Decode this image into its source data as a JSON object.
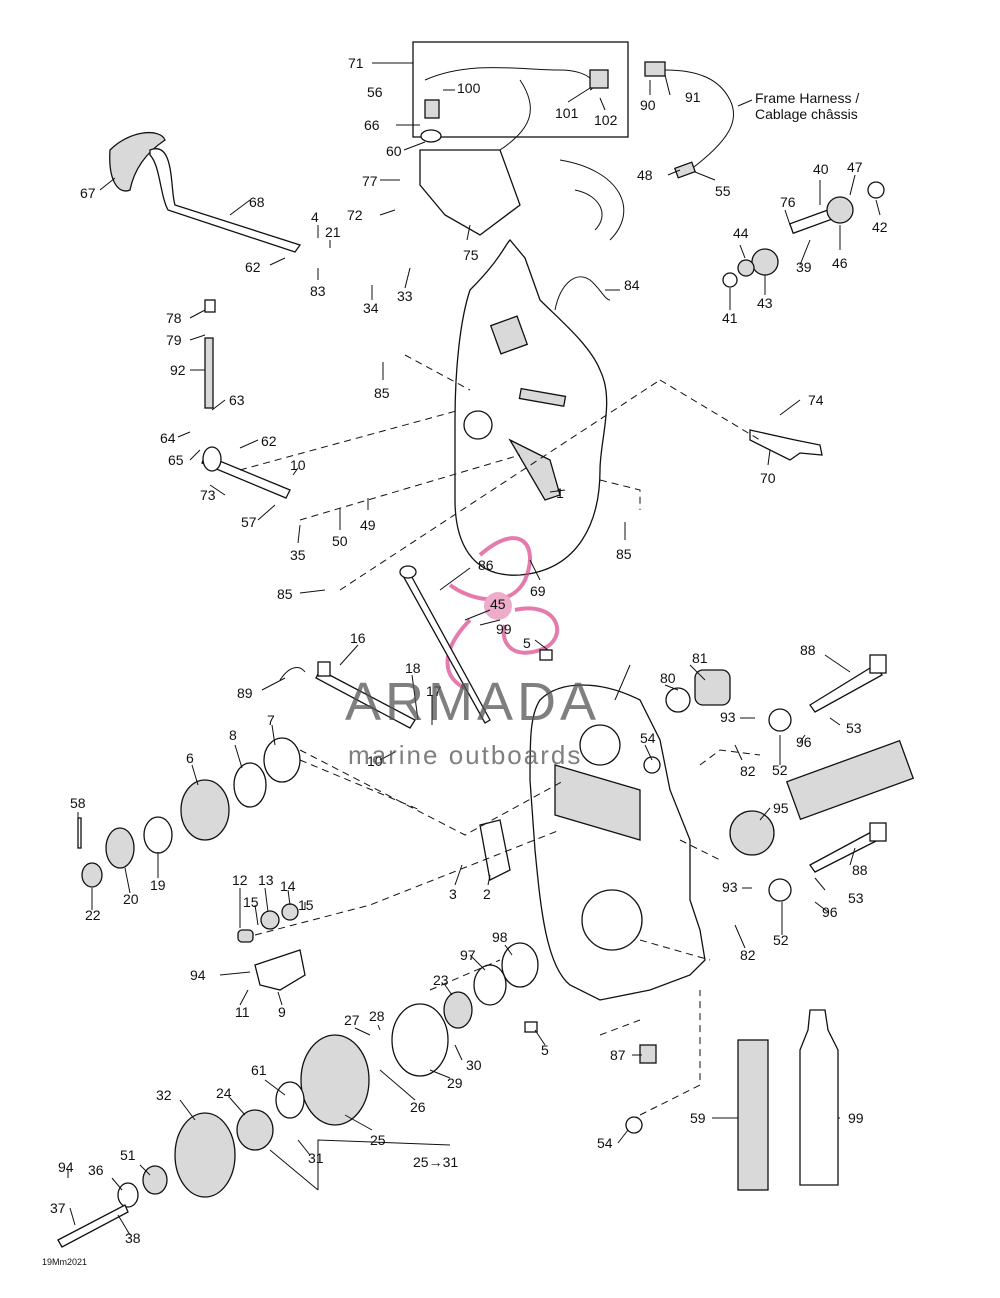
{
  "diagram": {
    "callouts": [
      "71",
      "100",
      "56",
      "66",
      "60",
      "77",
      "72",
      "75",
      "101",
      "102",
      "90",
      "91",
      "48",
      "55",
      "67",
      "68",
      "4",
      "21",
      "62",
      "83",
      "33",
      "34",
      "40",
      "47",
      "76",
      "42",
      "44",
      "39",
      "46",
      "43",
      "41",
      "84",
      "78",
      "79",
      "92",
      "63",
      "85",
      "64",
      "65",
      "62",
      "10",
      "73",
      "57",
      "35",
      "50",
      "49",
      "74",
      "70",
      "1",
      "85",
      "69",
      "86",
      "45",
      "99",
      "85",
      "5",
      "16",
      "18",
      "89",
      "17",
      "10",
      "81",
      "80",
      "88",
      "93",
      "53",
      "54",
      "96",
      "82",
      "52",
      "7",
      "8",
      "6",
      "58",
      "19",
      "20",
      "22",
      "95",
      "3",
      "2",
      "12",
      "13",
      "14",
      "15",
      "15",
      "93",
      "96",
      "88",
      "53",
      "82",
      "52",
      "94",
      "11",
      "9",
      "98",
      "97",
      "23",
      "27",
      "28",
      "30",
      "5",
      "87",
      "29",
      "61",
      "24",
      "32",
      "31",
      "26",
      "25",
      "25→31",
      "54",
      "59",
      "99",
      "94",
      "36",
      "51",
      "37",
      "38"
    ],
    "harness_label_line1": "Frame Harness /",
    "harness_label_line2": "Cablage châssis",
    "figure_code": "19Mm2021",
    "watermark_brand": "ARMADA",
    "watermark_tagline": "marine outboards"
  }
}
